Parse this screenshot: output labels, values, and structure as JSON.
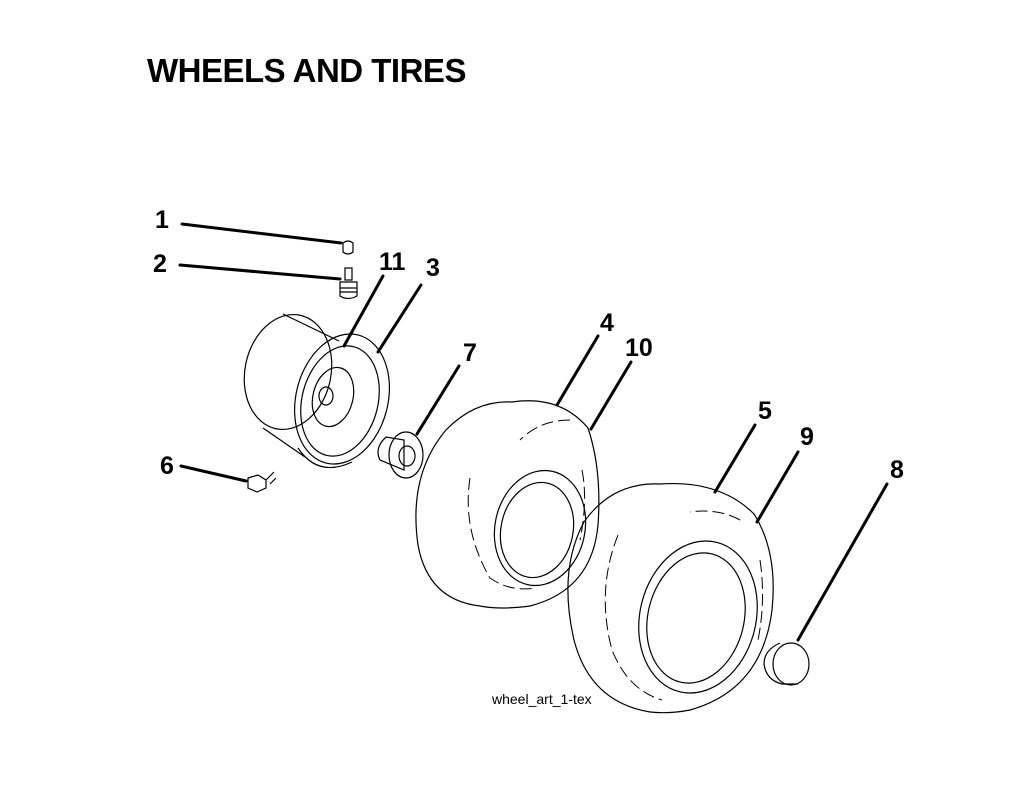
{
  "title": "WHEELS AND TIRES",
  "callouts": [
    "1",
    "2",
    "3",
    "4",
    "5",
    "6",
    "7",
    "8",
    "9",
    "10",
    "11"
  ],
  "caption": "wheel_art_1-tex"
}
